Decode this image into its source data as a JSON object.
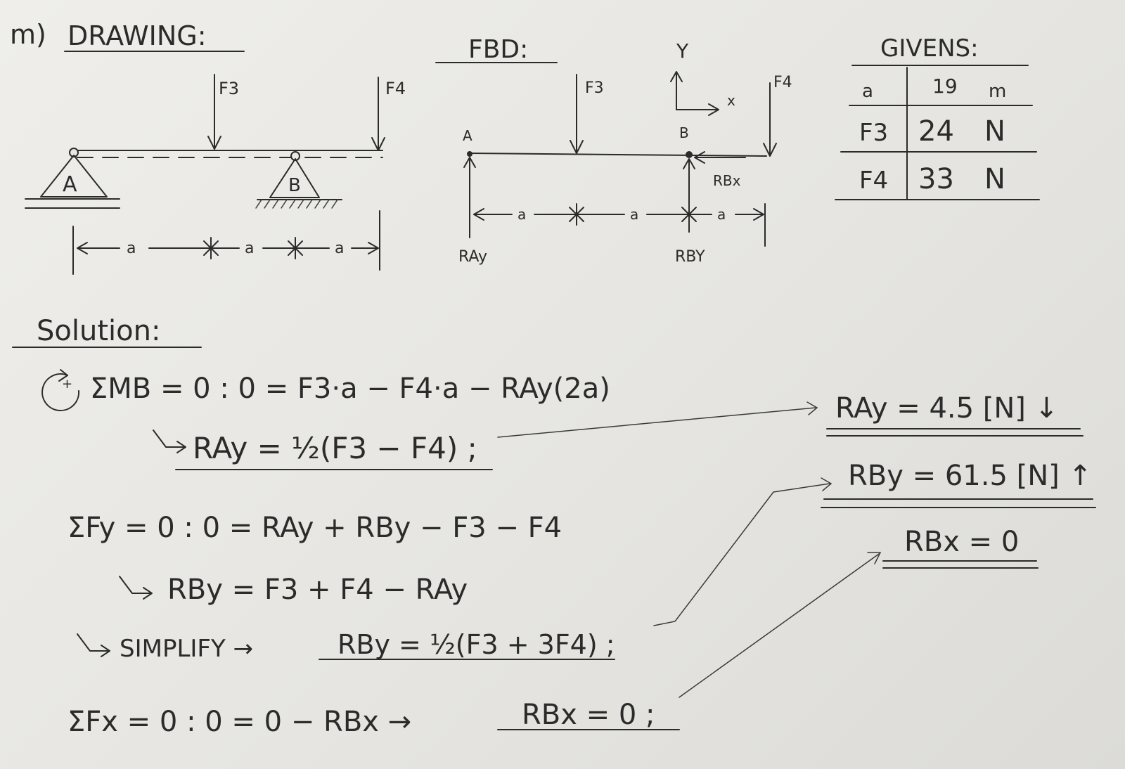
{
  "header": {
    "part": "m)",
    "drawing_label": "DRAWING:",
    "fbd_label": "FBD:",
    "givens_label": "GIVENS:"
  },
  "drawing": {
    "support_a": "A",
    "support_b": "B",
    "force_1": "F3",
    "force_2": "F4",
    "dim_label": "a"
  },
  "fbd": {
    "point_a": "A",
    "point_b": "B",
    "force_1": "F3",
    "force_2": "F4",
    "axis_y": "Y",
    "axis_x": "x",
    "reaction_ay": "RAy",
    "reaction_by": "RBY",
    "reaction_bx": "RBx",
    "dim_label": "a"
  },
  "givens": {
    "rows": [
      {
        "symbol": "a",
        "value": "19",
        "unit": "m"
      },
      {
        "symbol": "F3",
        "value": "24",
        "unit": "N"
      },
      {
        "symbol": "F4",
        "value": "33",
        "unit": "N"
      }
    ]
  },
  "solution": {
    "heading": "Solution:",
    "eq1": "ΣMB = 0 : 0 = F3·a − F4·a − RAy(2a)",
    "eq1_result": "RAy = ½(F3 − F4) ;",
    "eq2": "ΣFy = 0 : 0 = RAy + RBy − F3 − F4",
    "eq2_result": "RBy = F3 + F4 − RAy",
    "eq2_simplify_label": "SIMPLIFY →",
    "eq2_simplified": "RBy = ½(F3 + 3F4) ;",
    "eq3": "ΣFx = 0 : 0 = 0 − RBx →",
    "eq3_result": "RBx = 0 ;"
  },
  "answers": {
    "ray": "RAy = 4.5 [N] ↓",
    "rby": "RBy = 61.5 [N] ↑",
    "rbx": "RBx = 0"
  }
}
